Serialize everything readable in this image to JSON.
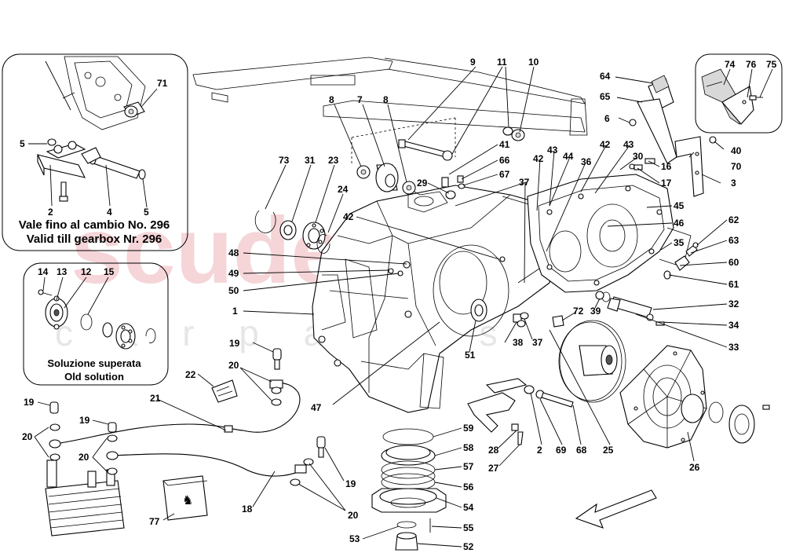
{
  "watermark": {
    "main": "scuderia",
    "sub": "c a r   p a r t s"
  },
  "insets": {
    "valid_till": {
      "line1": "Vale fino al cambio No. 296",
      "line2": "Valid till gearbox Nr. 296"
    },
    "old_solution": {
      "line1": "Soluzione superata",
      "line2": "Old solution"
    }
  },
  "part_labels": [
    {
      "id": "1",
      "text": "1"
    },
    {
      "id": "2a",
      "text": "2"
    },
    {
      "id": "2b",
      "text": "2"
    },
    {
      "id": "3",
      "text": "3"
    },
    {
      "id": "4",
      "text": "4"
    },
    {
      "id": "5a",
      "text": "5"
    },
    {
      "id": "5b",
      "text": "5"
    },
    {
      "id": "6",
      "text": "6"
    },
    {
      "id": "7",
      "text": "7"
    },
    {
      "id": "8a",
      "text": "8"
    },
    {
      "id": "8b",
      "text": "8"
    },
    {
      "id": "9",
      "text": "9"
    },
    {
      "id": "10",
      "text": "10"
    },
    {
      "id": "11",
      "text": "11"
    },
    {
      "id": "12",
      "text": "12"
    },
    {
      "id": "13",
      "text": "13"
    },
    {
      "id": "14",
      "text": "14"
    },
    {
      "id": "15",
      "text": "15"
    },
    {
      "id": "16",
      "text": "16"
    },
    {
      "id": "17",
      "text": "17"
    },
    {
      "id": "18",
      "text": "18"
    },
    {
      "id": "19a",
      "text": "19"
    },
    {
      "id": "19b",
      "text": "19"
    },
    {
      "id": "19c",
      "text": "19"
    },
    {
      "id": "19d",
      "text": "19"
    },
    {
      "id": "20a",
      "text": "20"
    },
    {
      "id": "20b",
      "text": "20"
    },
    {
      "id": "20c",
      "text": "20"
    },
    {
      "id": "20d",
      "text": "20"
    },
    {
      "id": "21",
      "text": "21"
    },
    {
      "id": "22",
      "text": "22"
    },
    {
      "id": "23",
      "text": "23"
    },
    {
      "id": "24",
      "text": "24"
    },
    {
      "id": "25",
      "text": "25"
    },
    {
      "id": "26",
      "text": "26"
    },
    {
      "id": "27",
      "text": "27"
    },
    {
      "id": "28",
      "text": "28"
    },
    {
      "id": "29",
      "text": "29"
    },
    {
      "id": "30",
      "text": "30"
    },
    {
      "id": "31",
      "text": "31"
    },
    {
      "id": "32",
      "text": "32"
    },
    {
      "id": "33",
      "text": "33"
    },
    {
      "id": "34",
      "text": "34"
    },
    {
      "id": "35",
      "text": "35"
    },
    {
      "id": "36",
      "text": "36"
    },
    {
      "id": "37a",
      "text": "37"
    },
    {
      "id": "37b",
      "text": "37"
    },
    {
      "id": "38",
      "text": "38"
    },
    {
      "id": "39",
      "text": "39"
    },
    {
      "id": "40",
      "text": "40"
    },
    {
      "id": "41",
      "text": "41"
    },
    {
      "id": "42a",
      "text": "42"
    },
    {
      "id": "42b",
      "text": "42"
    },
    {
      "id": "42c",
      "text": "42"
    },
    {
      "id": "43a",
      "text": "43"
    },
    {
      "id": "43b",
      "text": "43"
    },
    {
      "id": "44",
      "text": "44"
    },
    {
      "id": "45",
      "text": "45"
    },
    {
      "id": "46",
      "text": "46"
    },
    {
      "id": "47",
      "text": "47"
    },
    {
      "id": "48",
      "text": "48"
    },
    {
      "id": "49",
      "text": "49"
    },
    {
      "id": "50",
      "text": "50"
    },
    {
      "id": "51",
      "text": "51"
    },
    {
      "id": "52",
      "text": "52"
    },
    {
      "id": "53",
      "text": "53"
    },
    {
      "id": "54",
      "text": "54"
    },
    {
      "id": "55",
      "text": "55"
    },
    {
      "id": "56",
      "text": "56"
    },
    {
      "id": "57",
      "text": "57"
    },
    {
      "id": "58",
      "text": "58"
    },
    {
      "id": "59",
      "text": "59"
    },
    {
      "id": "60",
      "text": "60"
    },
    {
      "id": "61",
      "text": "61"
    },
    {
      "id": "62",
      "text": "62"
    },
    {
      "id": "63",
      "text": "63"
    },
    {
      "id": "64",
      "text": "64"
    },
    {
      "id": "65",
      "text": "65"
    },
    {
      "id": "66",
      "text": "66"
    },
    {
      "id": "67",
      "text": "67"
    },
    {
      "id": "68",
      "text": "68"
    },
    {
      "id": "69",
      "text": "69"
    },
    {
      "id": "70",
      "text": "70"
    },
    {
      "id": "71",
      "text": "71"
    },
    {
      "id": "72",
      "text": "72"
    },
    {
      "id": "73",
      "text": "73"
    },
    {
      "id": "74",
      "text": "74"
    },
    {
      "id": "75",
      "text": "75"
    },
    {
      "id": "76",
      "text": "76"
    },
    {
      "id": "77",
      "text": "77"
    }
  ]
}
